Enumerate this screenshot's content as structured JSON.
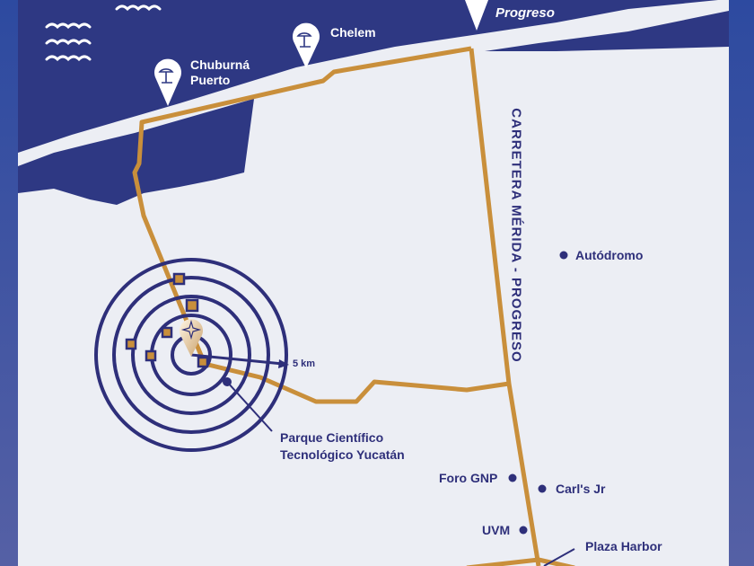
{
  "colors": {
    "sea": "#2e3883",
    "land": "#eceef4",
    "road": "#c98f3b",
    "ink": "#2e2f7a",
    "frame": "#3f55a8"
  },
  "beaches": [
    {
      "name": "Chuburná",
      "name2": "Puerto",
      "icon": "beach-umbrella-pin-icon"
    },
    {
      "name": "Chelem",
      "icon": "beach-umbrella-pin-icon"
    }
  ],
  "city": {
    "name": "Progreso",
    "icon": "location-pin-icon"
  },
  "road_label": "CARRETERA MÉRIDA - PROGRESO",
  "radius_label": "5 km",
  "park": {
    "line1": "Parque Científico",
    "line2": "Tecnológico Yucatán"
  },
  "places": {
    "autodromo": "Autódromo",
    "foro": "Foro GNP",
    "carls": "Carl's Jr",
    "uvm": "UVM",
    "plaza": "Plaza Harbor"
  }
}
